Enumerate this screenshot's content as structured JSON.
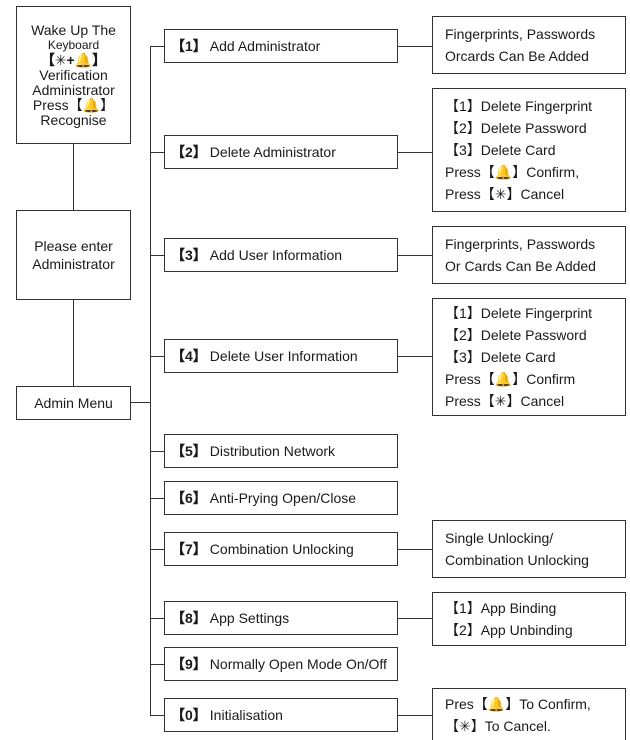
{
  "left_boxes": {
    "wake": [
      "Wake Up The",
      "Keyboard",
      "【✳+🔔】",
      "Verification",
      "Administrator",
      "Press【🔔】",
      "Recognise"
    ],
    "enter": [
      "Please enter",
      "Administrator"
    ],
    "admin_menu": "Admin Menu"
  },
  "menu_items": [
    {
      "num": "【1】",
      "label": "Add Administrator"
    },
    {
      "num": "【2】",
      "label": "Delete Administrator"
    },
    {
      "num": "【3】",
      "label": "Add User Information"
    },
    {
      "num": "【4】",
      "label": "Delete User Information"
    },
    {
      "num": "【5】",
      "label": "Distribution Network"
    },
    {
      "num": "【6】",
      "label": "Anti-Prying Open/Close"
    },
    {
      "num": "【7】",
      "label": "Combination Unlocking"
    },
    {
      "num": "【8】",
      "label": "App Settings"
    },
    {
      "num": "【9】",
      "label": "Normally Open Mode On/Off"
    },
    {
      "num": "【0】",
      "label": "Initialisation"
    }
  ],
  "details": {
    "d1": [
      "Fingerprints, Passwords",
      "Orcards Can Be Added"
    ],
    "d2": [
      "【1】Delete Fingerprint",
      "【2】Delete Password",
      "【3】Delete Card",
      "Press【🔔】Confirm,",
      "Press【✳】Cancel"
    ],
    "d3": [
      "Fingerprints, Passwords",
      "Or Cards Can Be Added"
    ],
    "d4": [
      "【1】Delete Fingerprint",
      "【2】Delete Password",
      "【3】Delete Card",
      "Press【🔔】Confirm",
      "Press【✳】Cancel"
    ],
    "d7": [
      "Single Unlocking/",
      "Combination Unlocking"
    ],
    "d8": [
      "【1】App Binding",
      "【2】App Unbinding"
    ],
    "d0": [
      "Pres【🔔】To Confirm,",
      "【✳】To Cancel."
    ]
  }
}
